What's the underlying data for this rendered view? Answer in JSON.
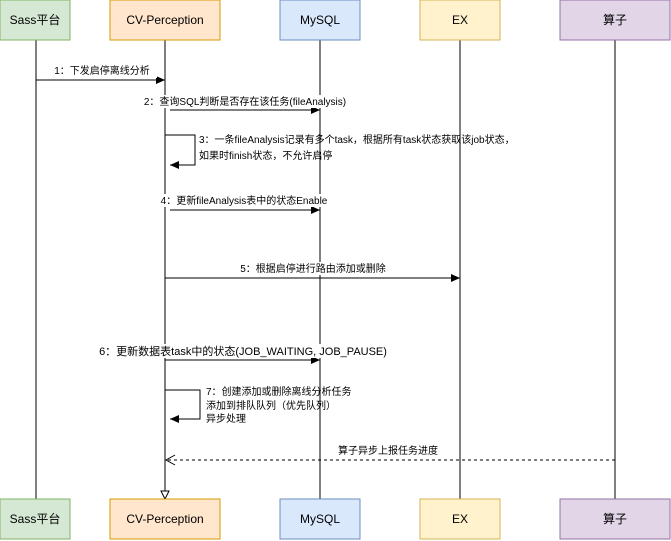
{
  "participants": [
    {
      "id": "sass",
      "label": "Sass平台",
      "fill": "#d5e8d4",
      "stroke": "#82b366"
    },
    {
      "id": "cv",
      "label": "CV-Perception",
      "fill": "#ffe6cc",
      "stroke": "#d79b00"
    },
    {
      "id": "mysql",
      "label": "MySQL",
      "fill": "#dae8fc",
      "stroke": "#6c8ebf"
    },
    {
      "id": "ex",
      "label": "EX",
      "fill": "#fff2cc",
      "stroke": "#d6b656"
    },
    {
      "id": "op",
      "label": "算子",
      "fill": "#e1d5e7",
      "stroke": "#9673a6"
    }
  ],
  "messages": [
    {
      "id": "m1",
      "from": "sass",
      "to": "cv",
      "style": "solid",
      "lines": [
        "1：下发启停离线分析"
      ]
    },
    {
      "id": "m2",
      "from": "cv",
      "to": "mysql",
      "style": "solid",
      "lines": [
        "2：查询SQL判断是否存在该任务(fileAnalysis)"
      ]
    },
    {
      "id": "m3",
      "from": "cv",
      "to": "cv",
      "style": "self",
      "lines": [
        "3：一条fileAnalysis记录有多个task，根据所有task状态获取该job状态，",
        "如果时finish状态，不允许启停"
      ]
    },
    {
      "id": "m4",
      "from": "cv",
      "to": "mysql",
      "style": "solid",
      "lines": [
        "4：更新fileAnalysis表中的状态Enable"
      ]
    },
    {
      "id": "m5",
      "from": "cv",
      "to": "ex",
      "style": "solid",
      "lines": [
        "5：根据启停进行路由添加或删除"
      ]
    },
    {
      "id": "m6",
      "from": "cv",
      "to": "mysql",
      "style": "solid",
      "lines": [
        "6：更新数据表task中的状态(JOB_WAITING, JOB_PAUSE)"
      ]
    },
    {
      "id": "m7",
      "from": "cv",
      "to": "cv",
      "style": "self",
      "lines": [
        "7：创建添加或删除离线分析任务",
        "添加到排队队列（优先队列）",
        "异步处理"
      ]
    },
    {
      "id": "m8",
      "from": "op",
      "to": "cv",
      "style": "dashed",
      "lines": [
        "算子异步上报任务进度"
      ]
    }
  ]
}
